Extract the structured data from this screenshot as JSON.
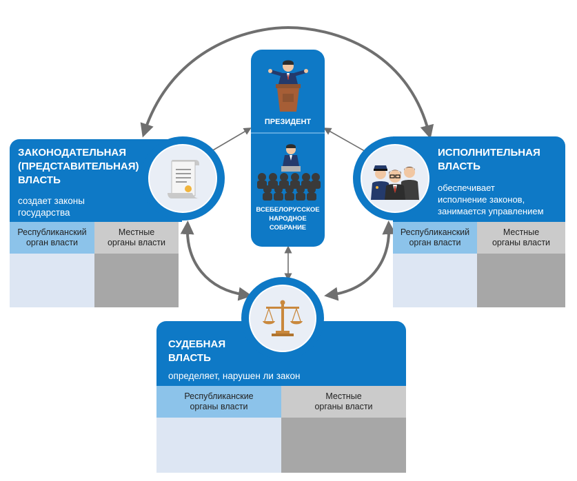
{
  "president": {
    "label": "ПРЕЗИДЕНТ"
  },
  "assembly": {
    "label": "ВСЕБЕЛОРУССКОЕ\nНАРОДНОЕ\nСОБРАНИЕ"
  },
  "legislative": {
    "title": "ЗАКОНОДАТЕЛЬНАЯ\n(ПРЕДСТАВИТЕЛЬНАЯ)\nВЛАСТЬ",
    "subtitle": "создает законы\nгосударства",
    "col1": "Республиканский\nорган власти",
    "col2": "Местные\nорганы власти"
  },
  "executive": {
    "title": "ИСПОЛНИТЕЛЬНАЯ\nВЛАСТЬ",
    "subtitle": "обеспечивает\nисполнение законов,\nзанимается управлением",
    "col1": "Республиканский\nорган власти",
    "col2": "Местные\nорганы власти"
  },
  "judicial": {
    "title": "СУДЕБНАЯ\nВЛАСТЬ",
    "subtitle": "определяет, нарушен ли закон",
    "col1": "Республиканские\nорганы власти",
    "col2": "Местные\nорганы власти"
  },
  "colors": {
    "accent": "#0e79c6",
    "light_blue": "#8cc3ea",
    "gray": "#cbcbcb",
    "dark_gray": "#a7a7a7",
    "arrow": "#6f6f6f"
  },
  "icons": [
    "speaker-icon",
    "scroll-icon",
    "officials-icon",
    "scales-icon",
    "assembly-icon"
  ]
}
